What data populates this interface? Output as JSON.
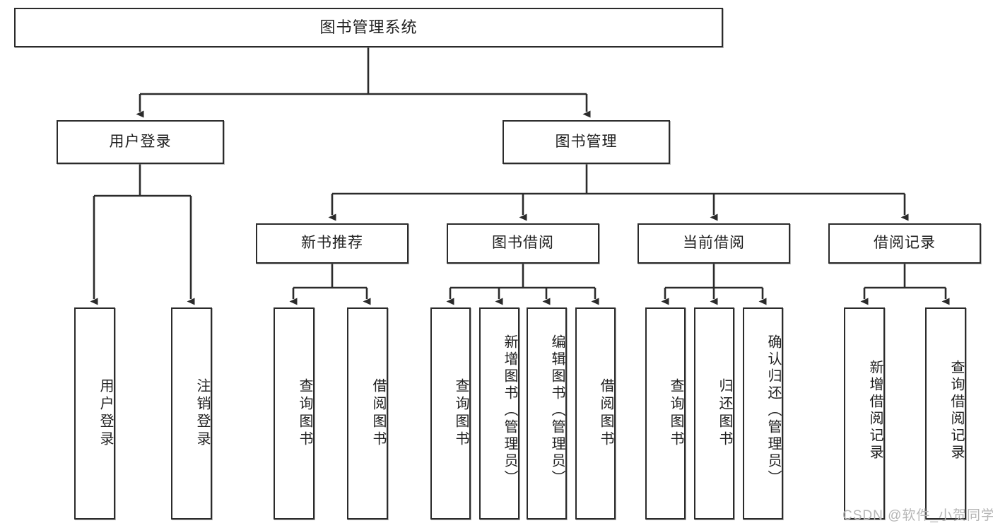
{
  "diagram": {
    "title": "图书管理系统",
    "watermark": "CSDN @软件_小贺同学",
    "root": {
      "label": "图书管理系统"
    },
    "level1": [
      {
        "id": "user-login",
        "label": "用户登录"
      },
      {
        "id": "book-manage",
        "label": "图书管理"
      }
    ],
    "level2": [
      {
        "id": "new-book-recommend",
        "label": "新书推荐"
      },
      {
        "id": "book-borrow",
        "label": "图书借阅"
      },
      {
        "id": "current-borrow",
        "label": "当前借阅"
      },
      {
        "id": "borrow-record",
        "label": "借阅记录"
      }
    ],
    "leaves": {
      "user_login": [
        {
          "id": "leaf-user-login",
          "label": "用户登录"
        },
        {
          "id": "leaf-logout-login",
          "label": "注销登录"
        }
      ],
      "new_book_recommend": [
        {
          "id": "leaf-query-book-1",
          "label": "查询图书"
        },
        {
          "id": "leaf-borrow-book-1",
          "label": "借阅图书"
        }
      ],
      "book_borrow": [
        {
          "id": "leaf-query-book-2",
          "label": "查询图书"
        },
        {
          "id": "leaf-add-book",
          "label": "新增图书（管理员）"
        },
        {
          "id": "leaf-edit-book",
          "label": "编辑图书（管理员）"
        },
        {
          "id": "leaf-borrow-book-2",
          "label": "借阅图书"
        }
      ],
      "current_borrow": [
        {
          "id": "leaf-query-book-3",
          "label": "查询图书"
        },
        {
          "id": "leaf-return-book",
          "label": "归还图书"
        },
        {
          "id": "leaf-confirm-return",
          "label": "确认归还（管理员）"
        }
      ],
      "borrow_record": [
        {
          "id": "leaf-add-record",
          "label": "新增借阅记录"
        },
        {
          "id": "leaf-query-record",
          "label": "查询借阅记录"
        }
      ]
    },
    "colors": {
      "border": "#2b2b2b",
      "background": "#ffffff",
      "text": "#1f1f1f",
      "connector": "#2b2b2b",
      "watermark": "#b6b6b6"
    }
  }
}
